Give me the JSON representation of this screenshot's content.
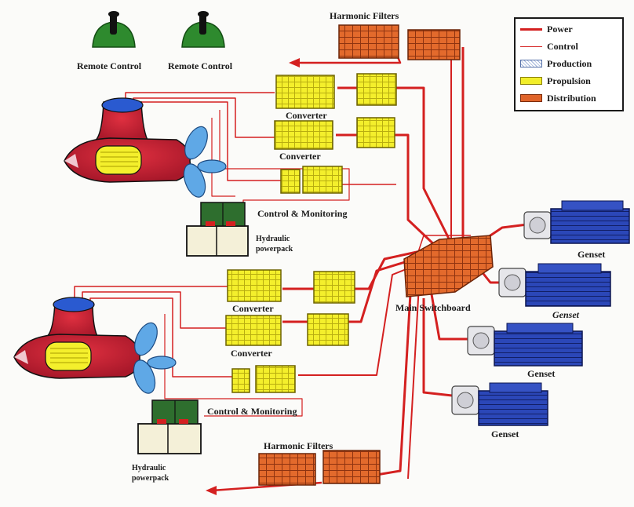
{
  "labels": {
    "remote_control_1": "Remote Control",
    "remote_control_2": "Remote Control",
    "harmonic_filters_top": "Harmonic Filters",
    "harmonic_filters_bottom": "Harmonic Filters",
    "converter_1": "Converter",
    "converter_2": "Converter",
    "converter_3": "Converter",
    "converter_4": "Converter",
    "control_monitoring_1": "Control & Monitoring",
    "control_monitoring_2": "Control & Monitoring",
    "hydraulic_1_line1": "Hydraulic",
    "hydraulic_1_line2": "powerpack",
    "hydraulic_2_line1": "Hydraulic",
    "hydraulic_2_line2": "powerpack",
    "main_switchboard": "Main Switchboard",
    "genset_1": "Genset",
    "genset_2": "Genset",
    "genset_3": "Genset",
    "genset_4": "Genset"
  },
  "legend": {
    "items": [
      {
        "label": "Power",
        "kind": "line",
        "color": "#d42020"
      },
      {
        "label": "Control",
        "kind": "thin-line",
        "color": "#d42020"
      },
      {
        "label": "Production",
        "kind": "hatched",
        "color": "#a9b8d8"
      },
      {
        "label": "Propulsion",
        "kind": "fill",
        "color": "#f2ee2a"
      },
      {
        "label": "Distribution",
        "kind": "fill",
        "color": "#e0642a"
      }
    ]
  },
  "colors": {
    "power": "#d42020",
    "propulsion": "#f2ee2a",
    "distribution": "#e0642a",
    "production": "#2b47b8",
    "pod": "#c81e32",
    "propeller": "#5fa8e6",
    "hydraulic": "#2e7d2e",
    "remote_control": "#2e8a2e"
  }
}
